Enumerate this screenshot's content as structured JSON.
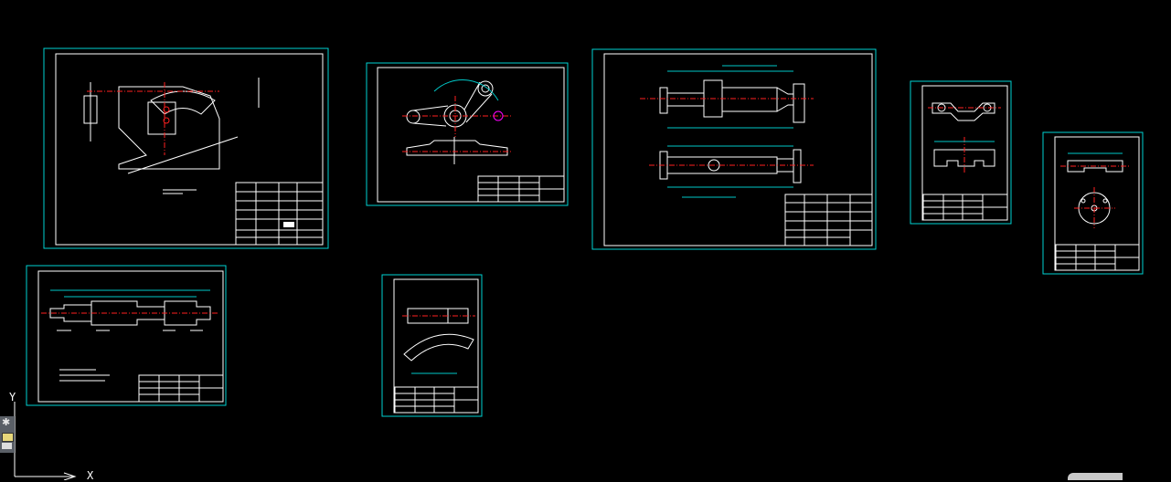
{
  "viewport": {
    "background": "#000000",
    "ucs": {
      "x_label": "X",
      "y_label": "Y"
    }
  },
  "colors": {
    "frame": "#00d2d2",
    "geometry": "#ffffff",
    "centerline": "#ff2020",
    "dimension": "#00c8c8",
    "accent": "#ff00ff"
  },
  "drawing_sheets": [
    {
      "id": "lever-assembly-detail",
      "orientation": "landscape"
    },
    {
      "id": "rocker-arm-part",
      "orientation": "landscape"
    },
    {
      "id": "shaft-with-flange",
      "orientation": "landscape"
    },
    {
      "id": "bracket-part",
      "orientation": "portrait"
    },
    {
      "id": "flange-disc-part",
      "orientation": "portrait"
    },
    {
      "id": "stepped-shaft",
      "orientation": "landscape"
    },
    {
      "id": "curved-block-part",
      "orientation": "portrait"
    }
  ],
  "tool_palette": {
    "icons": [
      "gear-icon",
      "layer-swatch-icon",
      "properties-strip-icon"
    ]
  }
}
